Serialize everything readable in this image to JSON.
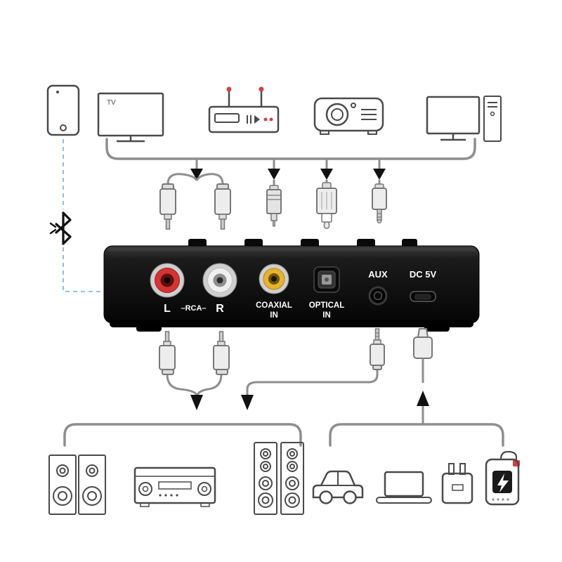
{
  "title": "Bluetooth audio adapter connection diagram",
  "colors": {
    "background": "#ffffff",
    "cable_gray": "#8e8e8e",
    "icon_outline": "#4a4a4a",
    "arrow_black": "#111111",
    "device_body": "#141414",
    "dashed_bluetooth_link": "#76b0d6",
    "bluetooth_symbol": "#111111",
    "rca_red": "#d63333",
    "rca_white": "#efefef",
    "coaxial_yellow": "#e6b32e",
    "accent_red": "#d64040"
  },
  "panel": {
    "l": "L",
    "rca": "–RCA–",
    "r": "R",
    "coaxial_line1": "COAXIAL",
    "coaxial_line2": "IN",
    "optical_line1": "OPTICAL",
    "optical_line2": "IN",
    "aux": "AUX",
    "dc": "DC 5V"
  },
  "top_devices": {
    "tv_label": "TV",
    "items": [
      "smartphone",
      "tv",
      "set-top-box",
      "projector",
      "desktop-pc"
    ]
  },
  "connectors": {
    "top": [
      "rca-cable-pair",
      "coaxial-plug",
      "optical-toslink-plug",
      "aux-3-5mm-plug"
    ],
    "bottom": [
      "rca-cable-pair",
      "aux-3-5mm-plug",
      "micro-usb-power-plug"
    ]
  },
  "bottom_devices": {
    "items": [
      "bookshelf-speakers",
      "av-receiver",
      "tower-speakers",
      "car",
      "laptop",
      "usb-wall-charger",
      "power-bank"
    ]
  }
}
